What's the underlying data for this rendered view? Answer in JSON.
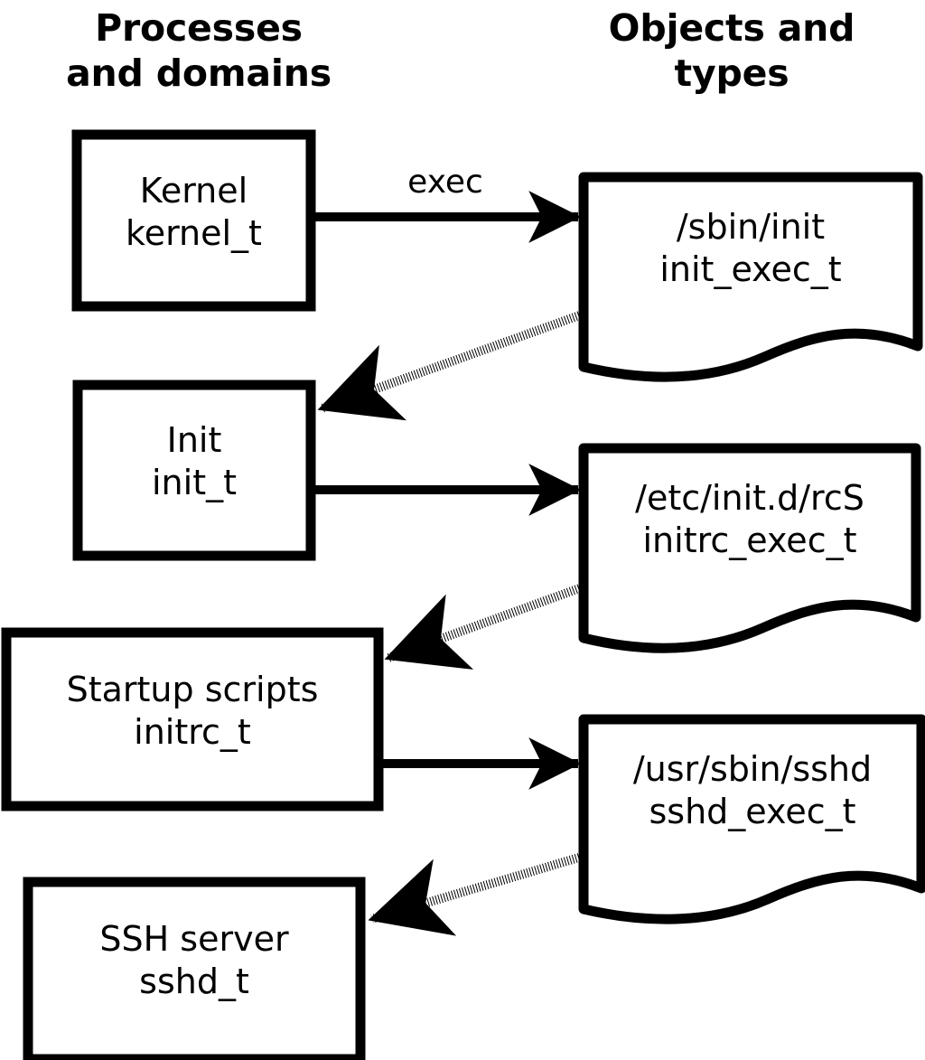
{
  "diagram": {
    "title_left": "Processes\nand domains",
    "headers": {
      "left_line1": "Processes",
      "left_line2": "and domains",
      "right_line1": "Objects and",
      "right_line2": "types"
    },
    "colors": {
      "stroke": "#000000",
      "background": "#ffffff",
      "text": "#000000"
    },
    "processes": [
      {
        "id": "kernel",
        "name": "Kernel",
        "type": "kernel_t"
      },
      {
        "id": "init",
        "name": "Init",
        "type": "init_t"
      },
      {
        "id": "initrc",
        "name": "Startup scripts",
        "type": "initrc_t"
      },
      {
        "id": "sshd",
        "name": "SSH server",
        "type": "sshd_t"
      }
    ],
    "objects": [
      {
        "id": "init_exec",
        "path": "/sbin/init",
        "type": "init_exec_t"
      },
      {
        "id": "initrc_exec",
        "path": "/etc/init.d/rcS",
        "type": "initrc_exec_t"
      },
      {
        "id": "sshd_exec",
        "path": "/usr/sbin/sshd",
        "type": "sshd_exec_t"
      }
    ],
    "edges": [
      {
        "id": "e1",
        "from": "kernel",
        "to": "init_exec",
        "style": "solid",
        "label": "exec"
      },
      {
        "id": "e2",
        "from": "init_exec",
        "to": "init",
        "style": "dotted",
        "label": ""
      },
      {
        "id": "e3",
        "from": "init",
        "to": "initrc_exec",
        "style": "solid",
        "label": ""
      },
      {
        "id": "e4",
        "from": "initrc_exec",
        "to": "initrc",
        "style": "dotted",
        "label": ""
      },
      {
        "id": "e5",
        "from": "initrc",
        "to": "sshd_exec",
        "style": "solid",
        "label": ""
      },
      {
        "id": "e6",
        "from": "sshd_exec",
        "to": "sshd",
        "style": "dotted",
        "label": ""
      }
    ]
  }
}
